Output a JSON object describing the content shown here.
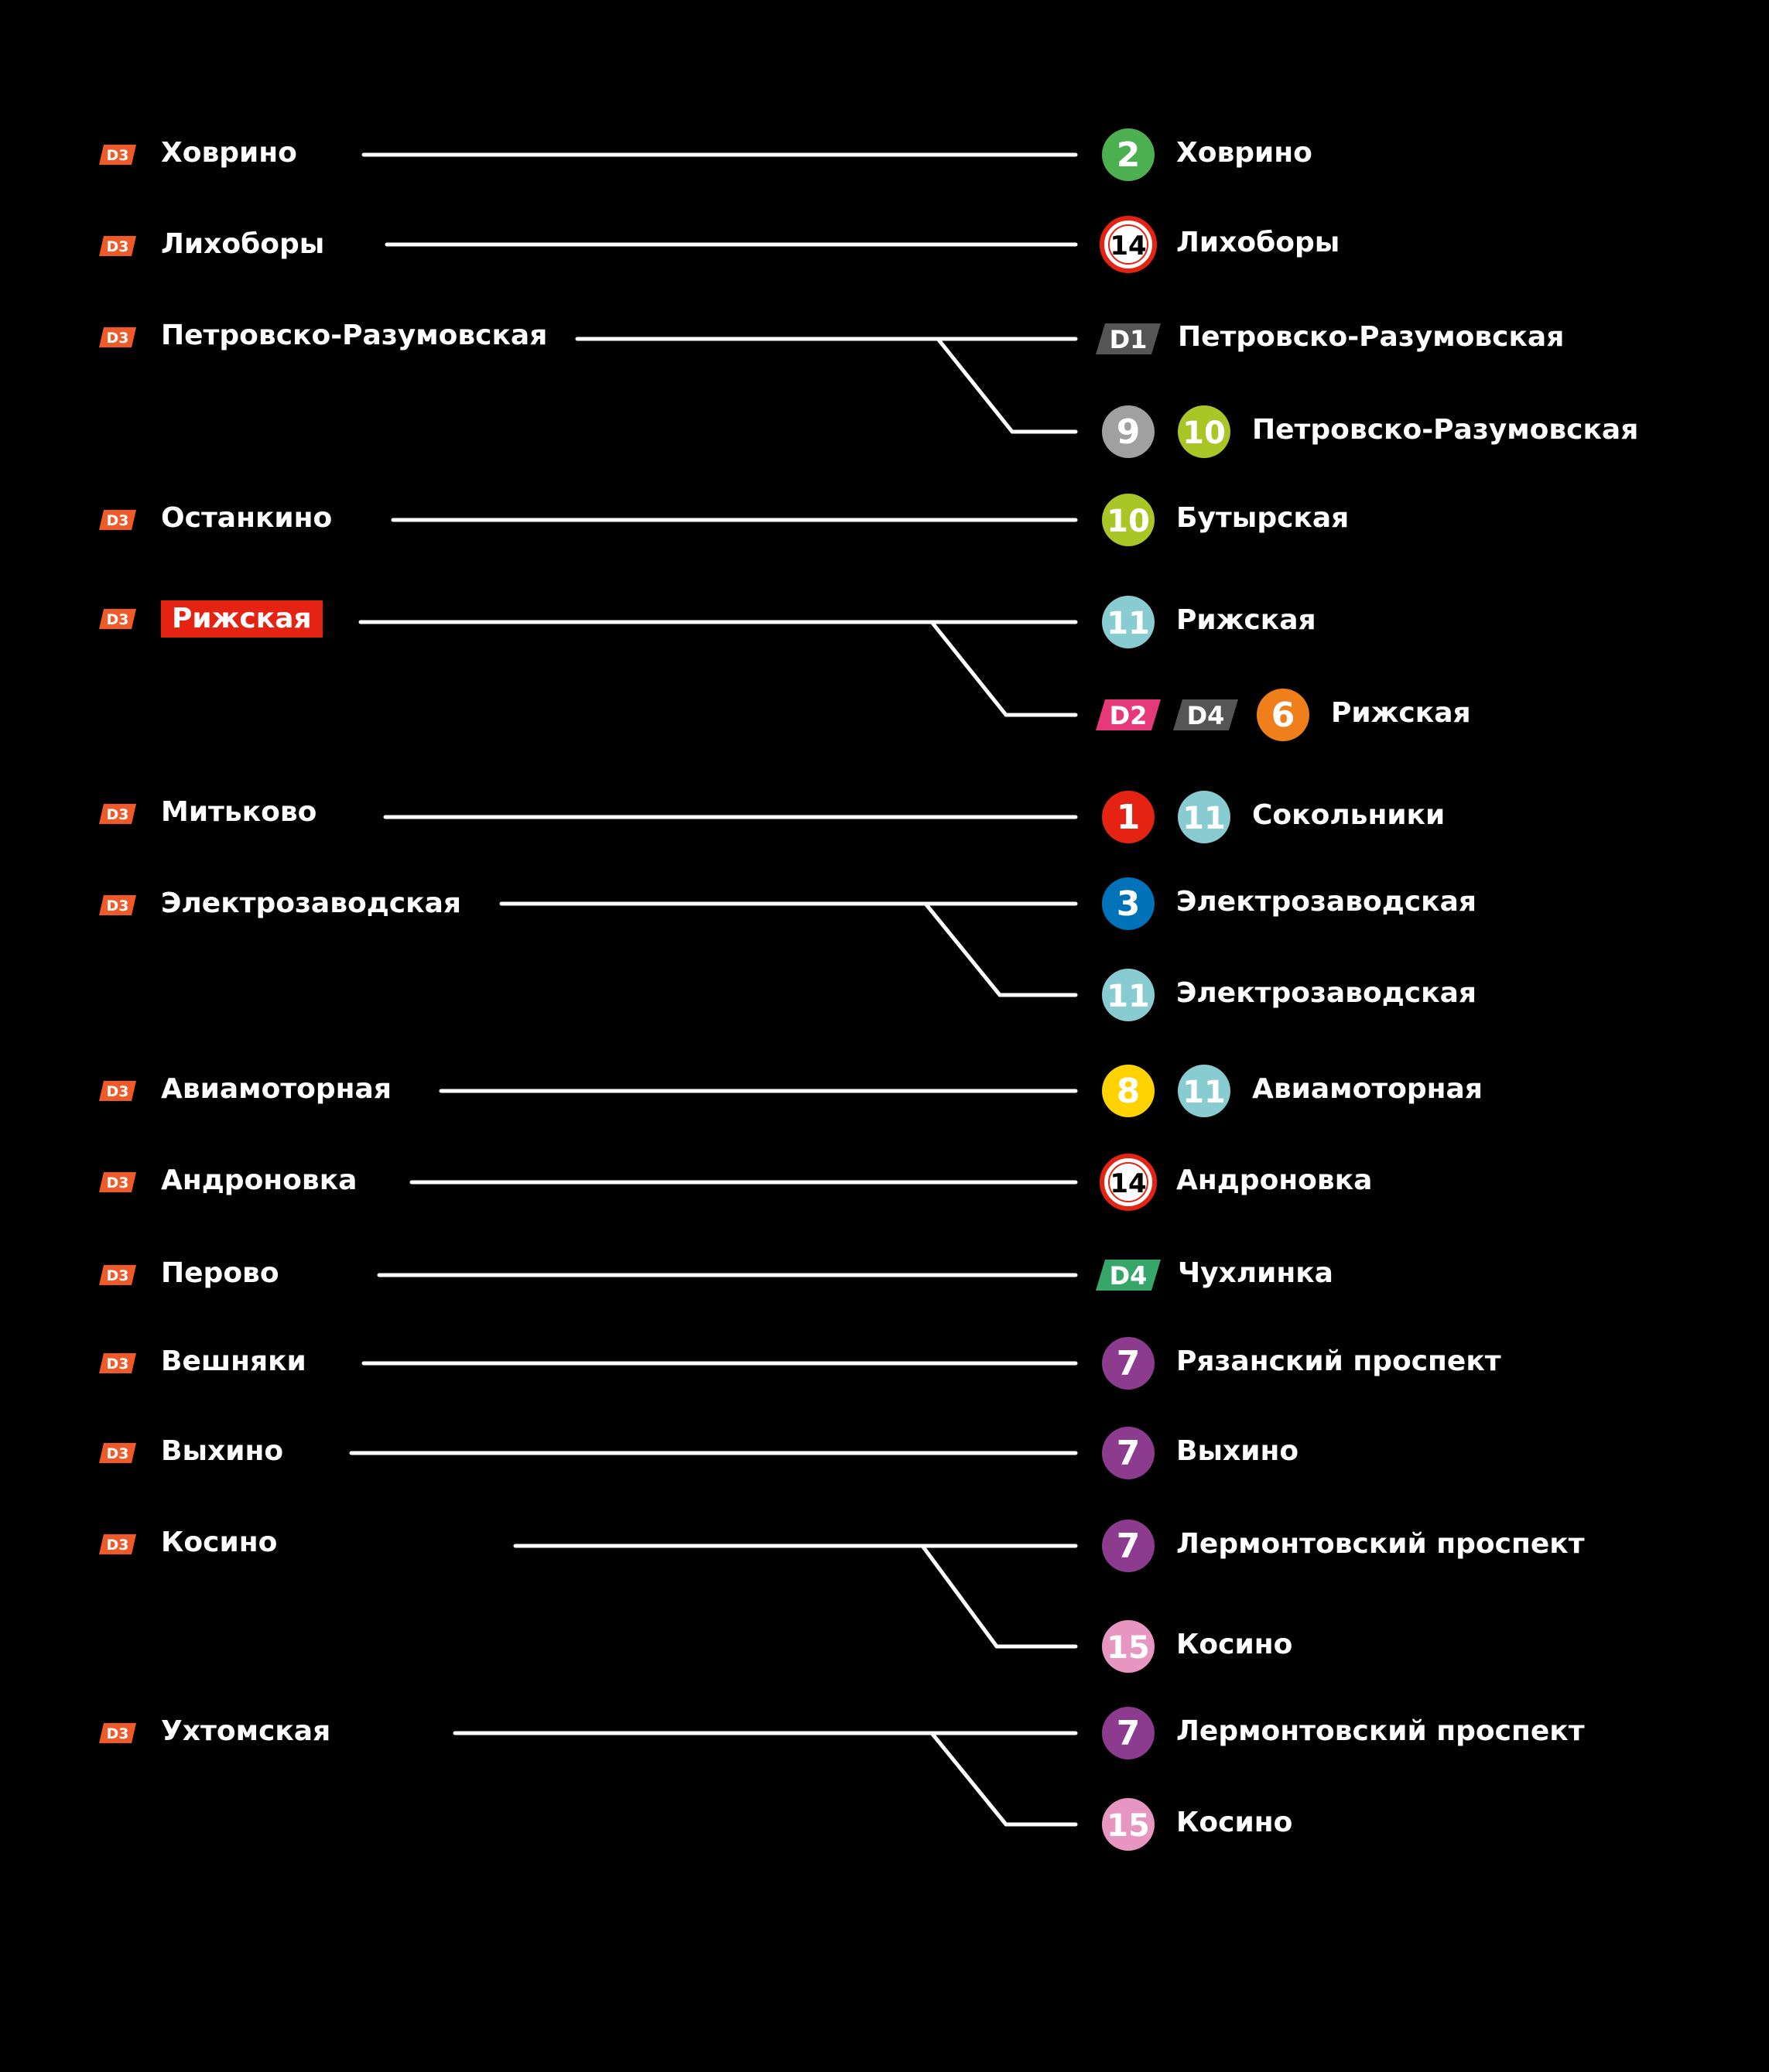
{
  "line_badge": "D3",
  "rows": [
    {
      "left": "Ховрино",
      "targets": [
        {
          "badges": [
            {
              "t": "circle",
              "n": "2",
              "c": "#4caf50"
            }
          ],
          "name": "Ховрино"
        }
      ]
    },
    {
      "left": "Лихоборы",
      "targets": [
        {
          "badges": [
            {
              "t": "ring",
              "n": "14"
            }
          ],
          "name": "Лихоборы"
        }
      ]
    },
    {
      "left": "Петровско-Разумовская",
      "targets": [
        {
          "badges": [
            {
              "t": "para",
              "n": "D1",
              "c": "#555555"
            }
          ],
          "name": "Петровско-Разумовская"
        },
        {
          "badges": [
            {
              "t": "circle",
              "n": "9",
              "c": "#a0a0a0"
            },
            {
              "t": "circle",
              "n": "10",
              "c": "#a9c526"
            }
          ],
          "name": "Петровско-Разумовская"
        }
      ]
    },
    {
      "left": "Останкино",
      "targets": [
        {
          "badges": [
            {
              "t": "circle",
              "n": "10",
              "c": "#a9c526"
            }
          ],
          "name": "Бутырская"
        }
      ]
    },
    {
      "left": "Рижская",
      "highlight": true,
      "targets": [
        {
          "badges": [
            {
              "t": "circle",
              "n": "11",
              "c": "#88ccd1"
            }
          ],
          "name": "Рижская"
        },
        {
          "badges": [
            {
              "t": "para",
              "n": "D2",
              "c": "#e5397a"
            },
            {
              "t": "para",
              "n": "D4",
              "c": "#555555"
            },
            {
              "t": "circle",
              "n": "6",
              "c": "#ef7f1a"
            }
          ],
          "name": "Рижская"
        }
      ]
    },
    {
      "left": "Митьково",
      "targets": [
        {
          "badges": [
            {
              "t": "circle",
              "n": "1",
              "c": "#e42313"
            },
            {
              "t": "circle",
              "n": "11",
              "c": "#88ccd1"
            }
          ],
          "name": "Сокольники"
        }
      ]
    },
    {
      "left": "Электрозаводская",
      "targets": [
        {
          "badges": [
            {
              "t": "circle",
              "n": "3",
              "c": "#0072ba"
            }
          ],
          "name": "Электрозаводская"
        },
        {
          "badges": [
            {
              "t": "circle",
              "n": "11",
              "c": "#88ccd1"
            }
          ],
          "name": "Электрозаводская"
        }
      ]
    },
    {
      "left": "Авиамоторная",
      "targets": [
        {
          "badges": [
            {
              "t": "circle",
              "n": "8",
              "c": "#ffd200"
            },
            {
              "t": "circle",
              "n": "11",
              "c": "#88ccd1"
            }
          ],
          "name": "Авиамоторная"
        }
      ]
    },
    {
      "left": "Андроновка",
      "targets": [
        {
          "badges": [
            {
              "t": "ring",
              "n": "14"
            }
          ],
          "name": "Андроновка"
        }
      ]
    },
    {
      "left": "Перово",
      "targets": [
        {
          "badges": [
            {
              "t": "para",
              "n": "D4",
              "c": "#36a66b"
            }
          ],
          "name": "Чухлинка"
        }
      ]
    },
    {
      "left": "Вешняки",
      "targets": [
        {
          "badges": [
            {
              "t": "circle",
              "n": "7",
              "c": "#8d3b8f"
            }
          ],
          "name": "Рязанский проспект"
        }
      ]
    },
    {
      "left": "Выхино",
      "targets": [
        {
          "badges": [
            {
              "t": "circle",
              "n": "7",
              "c": "#8d3b8f"
            }
          ],
          "name": "Выхино"
        }
      ]
    },
    {
      "left": "Косино",
      "targets": [
        {
          "badges": [
            {
              "t": "circle",
              "n": "7",
              "c": "#8d3b8f"
            }
          ],
          "name": "Лермонтовский проспект"
        },
        {
          "badges": [
            {
              "t": "circle",
              "n": "15",
              "c": "#e795c1"
            }
          ],
          "name": "Косино"
        }
      ]
    },
    {
      "left": "Ухтомская",
      "targets": [
        {
          "badges": [
            {
              "t": "circle",
              "n": "7",
              "c": "#8d3b8f"
            }
          ],
          "name": "Лермонтовский проспект"
        },
        {
          "badges": [
            {
              "t": "circle",
              "n": "15",
              "c": "#e795c1"
            }
          ],
          "name": "Косино"
        }
      ]
    }
  ]
}
